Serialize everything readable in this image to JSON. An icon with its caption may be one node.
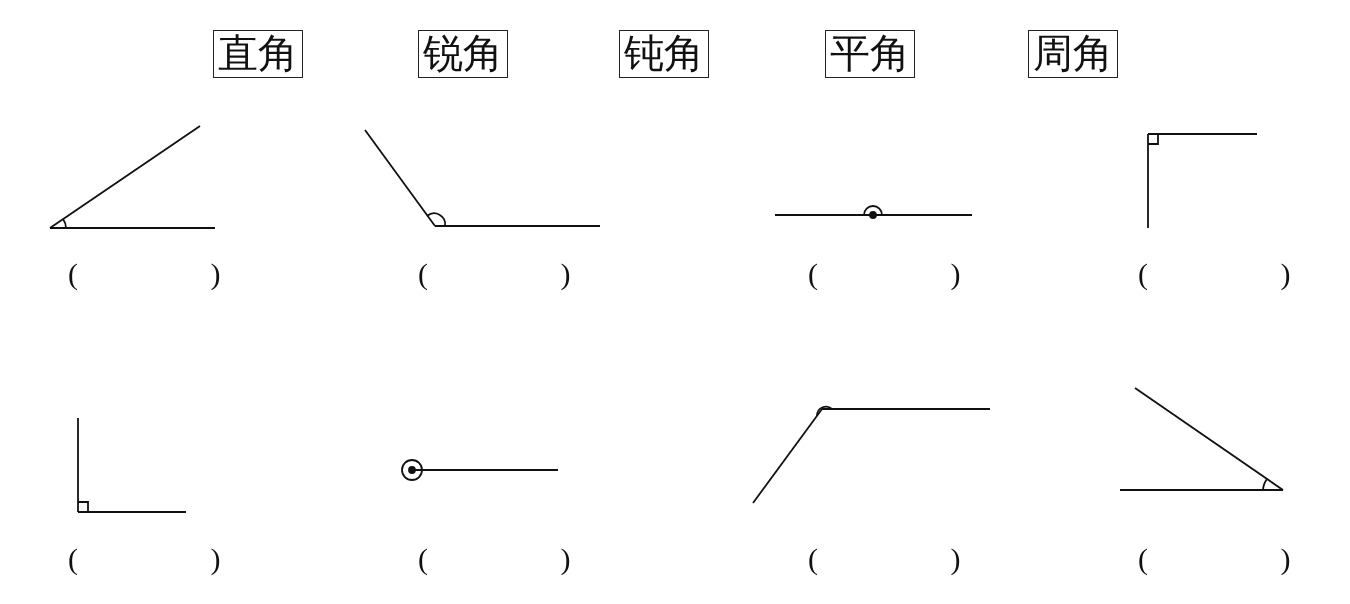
{
  "diagram": {
    "nodes": [
      {
        "text": [
          "直角"
        ]
      },
      {
        "text": [
          "锐角"
        ]
      },
      {
        "text": [
          "钝角"
        ]
      },
      {
        "text": [
          "平角"
        ]
      },
      {
        "text": [
          "周角"
        ]
      }
    ],
    "labels": [
      "( )",
      "( )",
      "( )",
      "( )",
      "( )",
      "( )",
      "( )",
      "( )"
    ]
  }
}
